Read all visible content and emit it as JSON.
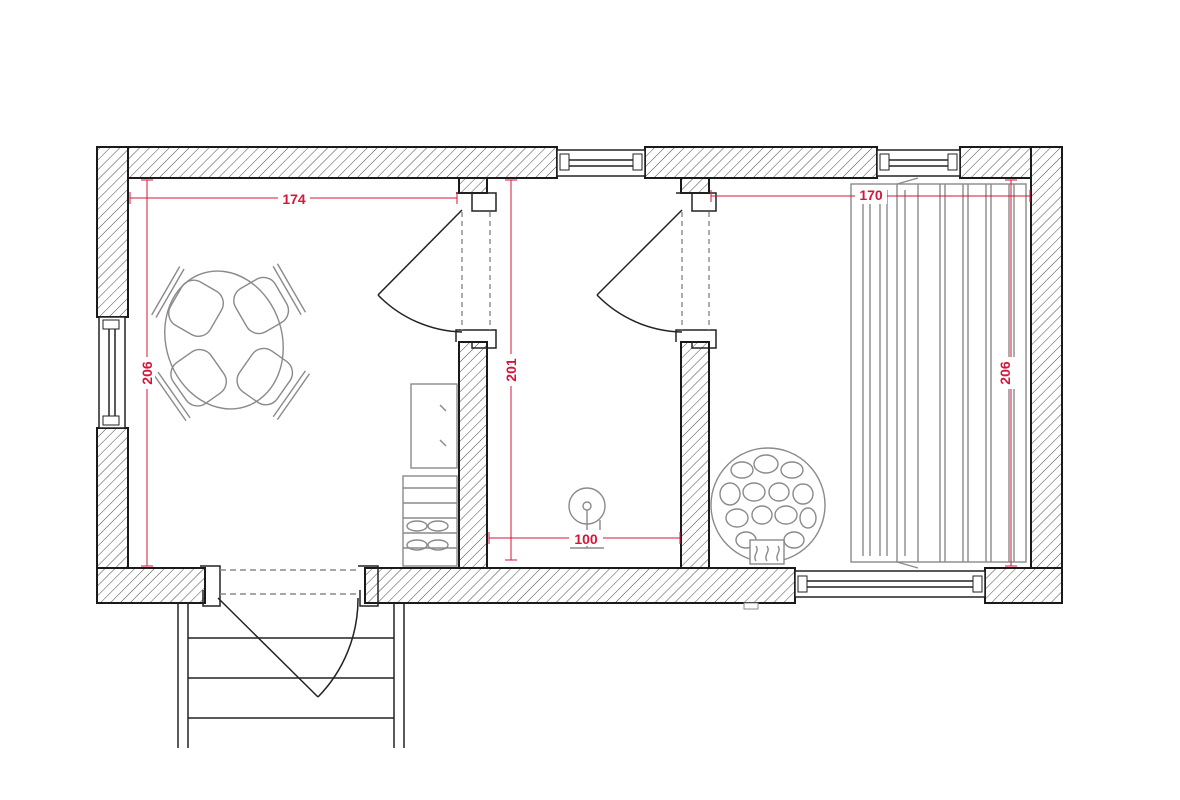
{
  "dimensions": {
    "left_room_width": "174",
    "left_room_height": "206",
    "middle_room_height": "201",
    "shower_width": "100",
    "right_room_width": "170",
    "right_room_height": "206"
  },
  "colors": {
    "wall_stroke": "#1a1a1a",
    "dimension": "#d4163a",
    "furniture": "#8a8a8a"
  }
}
